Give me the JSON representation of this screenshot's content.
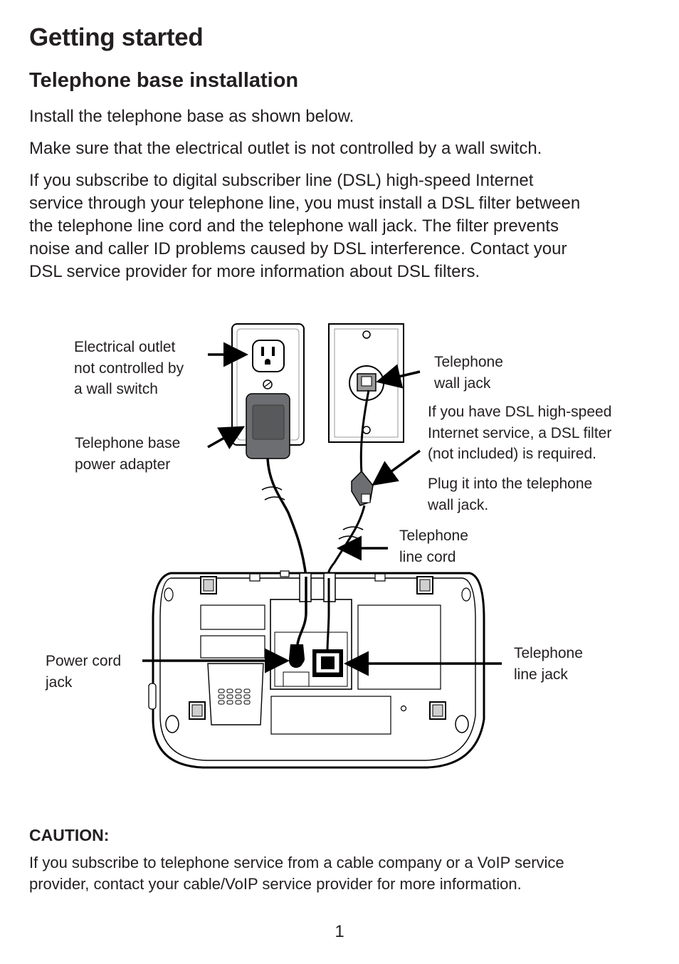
{
  "header": {
    "title": "Getting started",
    "subtitle": "Telephone base installation"
  },
  "body": {
    "para1": "Install the telephone base as shown below.",
    "para2": "Make sure that the electrical outlet is not controlled by a wall switch.",
    "para3_lines": [
      "If you subscribe to digital subscriber line (DSL) high-speed Internet",
      "service through your telephone line, you must install a DSL filter between",
      "the telephone line cord and the telephone wall jack. The filter prevents",
      "noise and caller ID problems caused by DSL interference. Contact your",
      "DSL service provider for more information about DSL filters."
    ]
  },
  "diagram": {
    "outlet_label": [
      "Electrical outlet",
      "not controlled by",
      "a wall switch"
    ],
    "adapter_label": [
      "Telephone base",
      "power adapter"
    ],
    "wall_jack_label": [
      "Telephone",
      "wall jack"
    ],
    "dsl_label": [
      "If you have DSL high-speed",
      "Internet service, a DSL filter",
      "(not included) is required."
    ],
    "plug_label": [
      "Plug it into the telephone",
      "wall jack."
    ],
    "line_cord_label": [
      "Telephone",
      "line cord"
    ],
    "power_jack_label": [
      "Power cord",
      "jack"
    ],
    "line_jack_label": [
      "Telephone",
      "line jack"
    ]
  },
  "caution": {
    "heading": "CAUTION:",
    "lines": [
      "If you subscribe to telephone service from a cable company or a VoIP service",
      "provider, contact your cable/VoIP service provider for more information."
    ]
  },
  "page_number": "1"
}
